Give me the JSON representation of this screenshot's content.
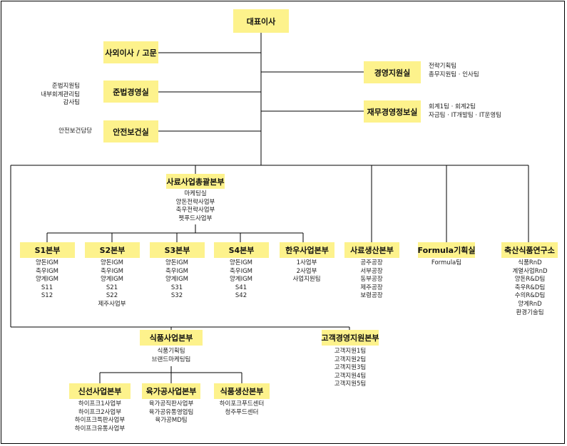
{
  "ceo": "대표이사",
  "board": "사외이사 / 고문",
  "compliance": {
    "label": "준법경영실",
    "teams": [
      "준법지원팀",
      "내부회계관리팀",
      "감사팀"
    ]
  },
  "safety": {
    "label": "안전보건실",
    "teams": [
      "안전보건담당"
    ]
  },
  "management": {
    "label": "경영지원실",
    "teams": [
      "전략기획팀",
      "총무지원팀 · 인사팀"
    ]
  },
  "finance": {
    "label": "재무경영정보실",
    "teams": [
      "회계1팀 · 회계2팀",
      "자금팀 · IT개발팀 · IT운영팀"
    ]
  },
  "feed_hq": {
    "label": "사료사업총괄본부",
    "teams": [
      "마케팅실",
      "양돈전략사업부",
      "축우전략사업부",
      "펫푸드사업부"
    ]
  },
  "s1": {
    "label": "S1본부",
    "teams": [
      "양돈IGM",
      "축우IGM",
      "양계IGM",
      "S11",
      "S12"
    ]
  },
  "s2": {
    "label": "S2본부",
    "teams": [
      "양돈IGM",
      "축우IGM",
      "양계IGM",
      "S21",
      "S22",
      "제주사업부"
    ]
  },
  "s3": {
    "label": "S3본부",
    "teams": [
      "양돈IGM",
      "축우IGM",
      "양계IGM",
      "S31",
      "S32"
    ]
  },
  "s4": {
    "label": "S4본부",
    "teams": [
      "양돈IGM",
      "축우IGM",
      "양계IGM",
      "S41",
      "S42"
    ]
  },
  "hanwoo": {
    "label": "한우사업본부",
    "teams": [
      "1사업부",
      "2사업부",
      "사업지원팀"
    ]
  },
  "production": {
    "label": "사료생산본부",
    "teams": [
      "공주공장",
      "서부공장",
      "동부공장",
      "제주공장",
      "보령공장"
    ]
  },
  "formula": {
    "label": "Formula기획실",
    "teams": [
      "Formula팀"
    ]
  },
  "research": {
    "label": "축산식품연구소",
    "teams": [
      "식품RnD",
      "계열사업RnD",
      "양돈R&D팀",
      "축우R&D팀",
      "수의R&D팀",
      "양계RnD",
      "환경기술팀"
    ]
  },
  "food_hq": {
    "label": "식품사업본부",
    "teams": [
      "식품기획팀",
      "브랜드마케팅팀"
    ]
  },
  "cs": {
    "label": "고객경영지원본부",
    "teams": [
      "고객지원1팀",
      "고객지원2팀",
      "고객지원3팀",
      "고객지원4팀",
      "고객지원5팀"
    ]
  },
  "fresh": {
    "label": "신선사업본부",
    "teams": [
      "하이프크1사업부",
      "하이프크2사업부",
      "하이프크특판사업부",
      "하이프크유통사업부"
    ]
  },
  "processed": {
    "label": "육가공사업본부",
    "teams": [
      "육가공직판사업부",
      "육가공유통영업팀",
      "육가공MD팀"
    ]
  },
  "food_prod": {
    "label": "식품생산본부",
    "teams": [
      "하이포크푸드센터",
      "청주푸드센터"
    ]
  },
  "colors": {
    "box": "#fdf28c",
    "line": "#000000"
  }
}
